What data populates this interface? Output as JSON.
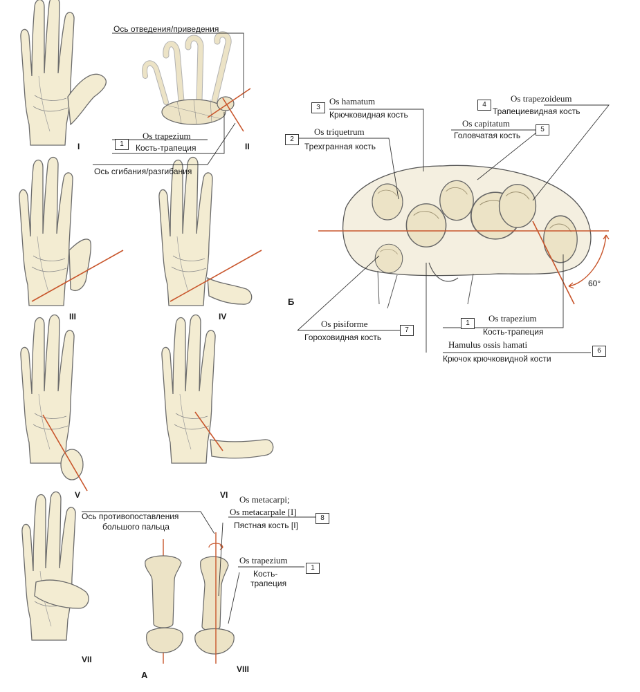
{
  "figure": {
    "panel_a_letter": "А",
    "panel_b_letter": "Б",
    "angle_label": "60°",
    "views": {
      "i": "I",
      "ii": "II",
      "iii": "III",
      "iv": "IV",
      "v": "V",
      "vi": "VI",
      "vii": "VII",
      "viii": "VIII"
    },
    "axes": {
      "abduction": "Ось отведения/приведения",
      "flexion": "Ось сгибания/разгибания",
      "opposition_line1": "Ось противопоставления",
      "opposition_line2": "большого пальца"
    },
    "labels": {
      "trapezium_a_num": "1",
      "trapezium_a_latin": "Os trapezium",
      "trapezium_a_ru": "Кость-трапеция",
      "hamatum_num": "3",
      "hamatum_latin": "Os hamatum",
      "hamatum_ru": "Крючковидная кость",
      "trapezoideum_num": "4",
      "trapezoideum_latin": "Os trapezoideum",
      "trapezoideum_ru": "Трапециевидная кость",
      "triquetrum_num": "2",
      "triquetrum_latin": "Os triquetrum",
      "triquetrum_ru": "Трехгранная кость",
      "capitatum_num": "5",
      "capitatum_latin": "Os capitatum",
      "capitatum_ru": "Головчатая кость",
      "pisiforme_num": "7",
      "pisiforme_latin": "Os pisiforme",
      "pisiforme_ru": "Гороховидная кость",
      "trapezium_b_num": "1",
      "trapezium_b_latin": "Os trapezium",
      "trapezium_b_ru": "Кость-трапеция",
      "hamulus_num": "6",
      "hamulus_latin": "Hamulus ossis hamati",
      "hamulus_ru": "Крючок крючковидной кости",
      "metacarpi_num": "8",
      "metacarpi_latin1": "Os metacarpi;",
      "metacarpi_latin2": "Os metacarpale [I]",
      "metacarpi_ru": "Пястная кость [I]",
      "trapezium_c_num": "1",
      "trapezium_c_latin": "Os trapezium",
      "trapezium_c_ru1": "Кость-",
      "trapezium_c_ru2": "трапеция"
    },
    "colors": {
      "skin": "#f3ecd2",
      "outline": "#6b6b6b",
      "axis": "#c8552b",
      "bone": "#ece3c6",
      "bone_shade": "#cfc3a0"
    }
  }
}
